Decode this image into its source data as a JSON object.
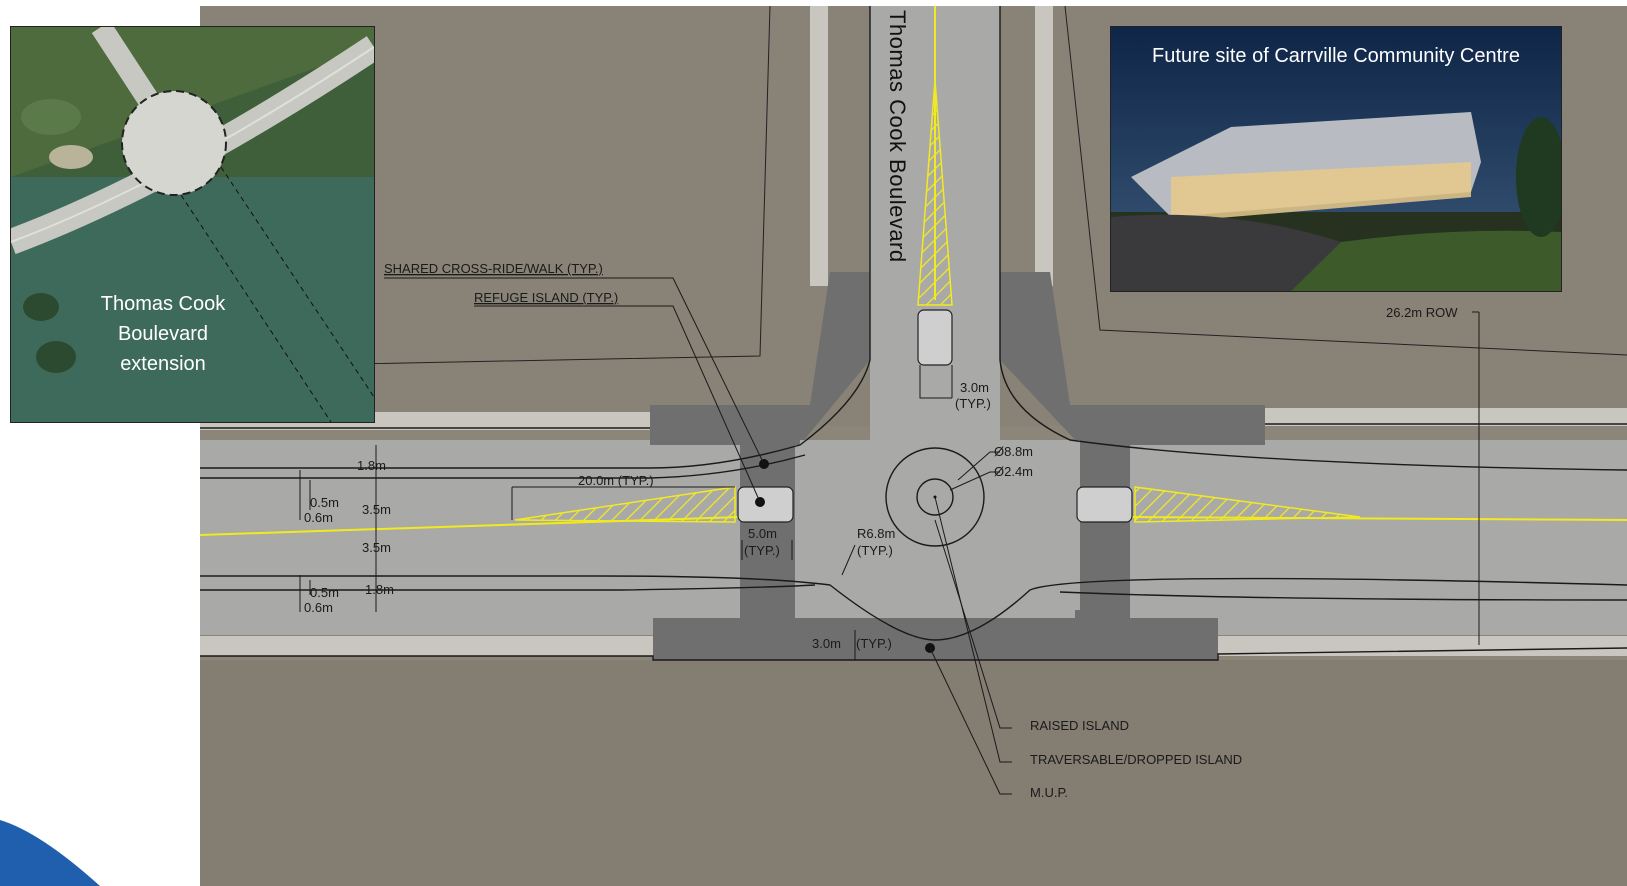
{
  "road_name": "Thomas Cook Boulevard",
  "insets": {
    "aerial_caption": "Thomas Cook Boulevard extension",
    "render_caption": "Future site of Carrville Community Centre"
  },
  "callouts": {
    "shared_crossride": "SHARED CROSS-RIDE/WALK (TYP.)",
    "refuge_island": "REFUGE ISLAND (TYP.)",
    "raised_island": "RAISED ISLAND",
    "traversable_island": "TRAVERSABLE/DROPPED ISLAND",
    "mup": "M.U.P.",
    "row": "26.2m ROW"
  },
  "dimensions": {
    "taper_20": "20.0m (TYP.)",
    "d_18_top": "1.8m",
    "d_05_top": "0.5m",
    "d_06_top": "0.6m",
    "d_35_a": "3.5m",
    "d_35_b": "3.5m",
    "d_05_bot": "0.5m",
    "d_06_bot": "0.6m",
    "d_18_bot": "1.8m",
    "refuge_w": "5.0m",
    "refuge_typ": "(TYP.)",
    "north_w": "3.0m",
    "north_typ": "(TYP.)",
    "radius": "R6.8m",
    "radius_typ": "(TYP.)",
    "dia_outer": "Ø8.8m",
    "dia_inner": "Ø2.4m",
    "mup_w": "3.0m",
    "mup_typ": "(TYP.)"
  },
  "colors": {
    "ground": "#8a8378",
    "pavement": "#a9a9a7",
    "concrete": "#6f6f6f",
    "centerline": "#f2ea20",
    "walk": "#c9c6c0"
  }
}
